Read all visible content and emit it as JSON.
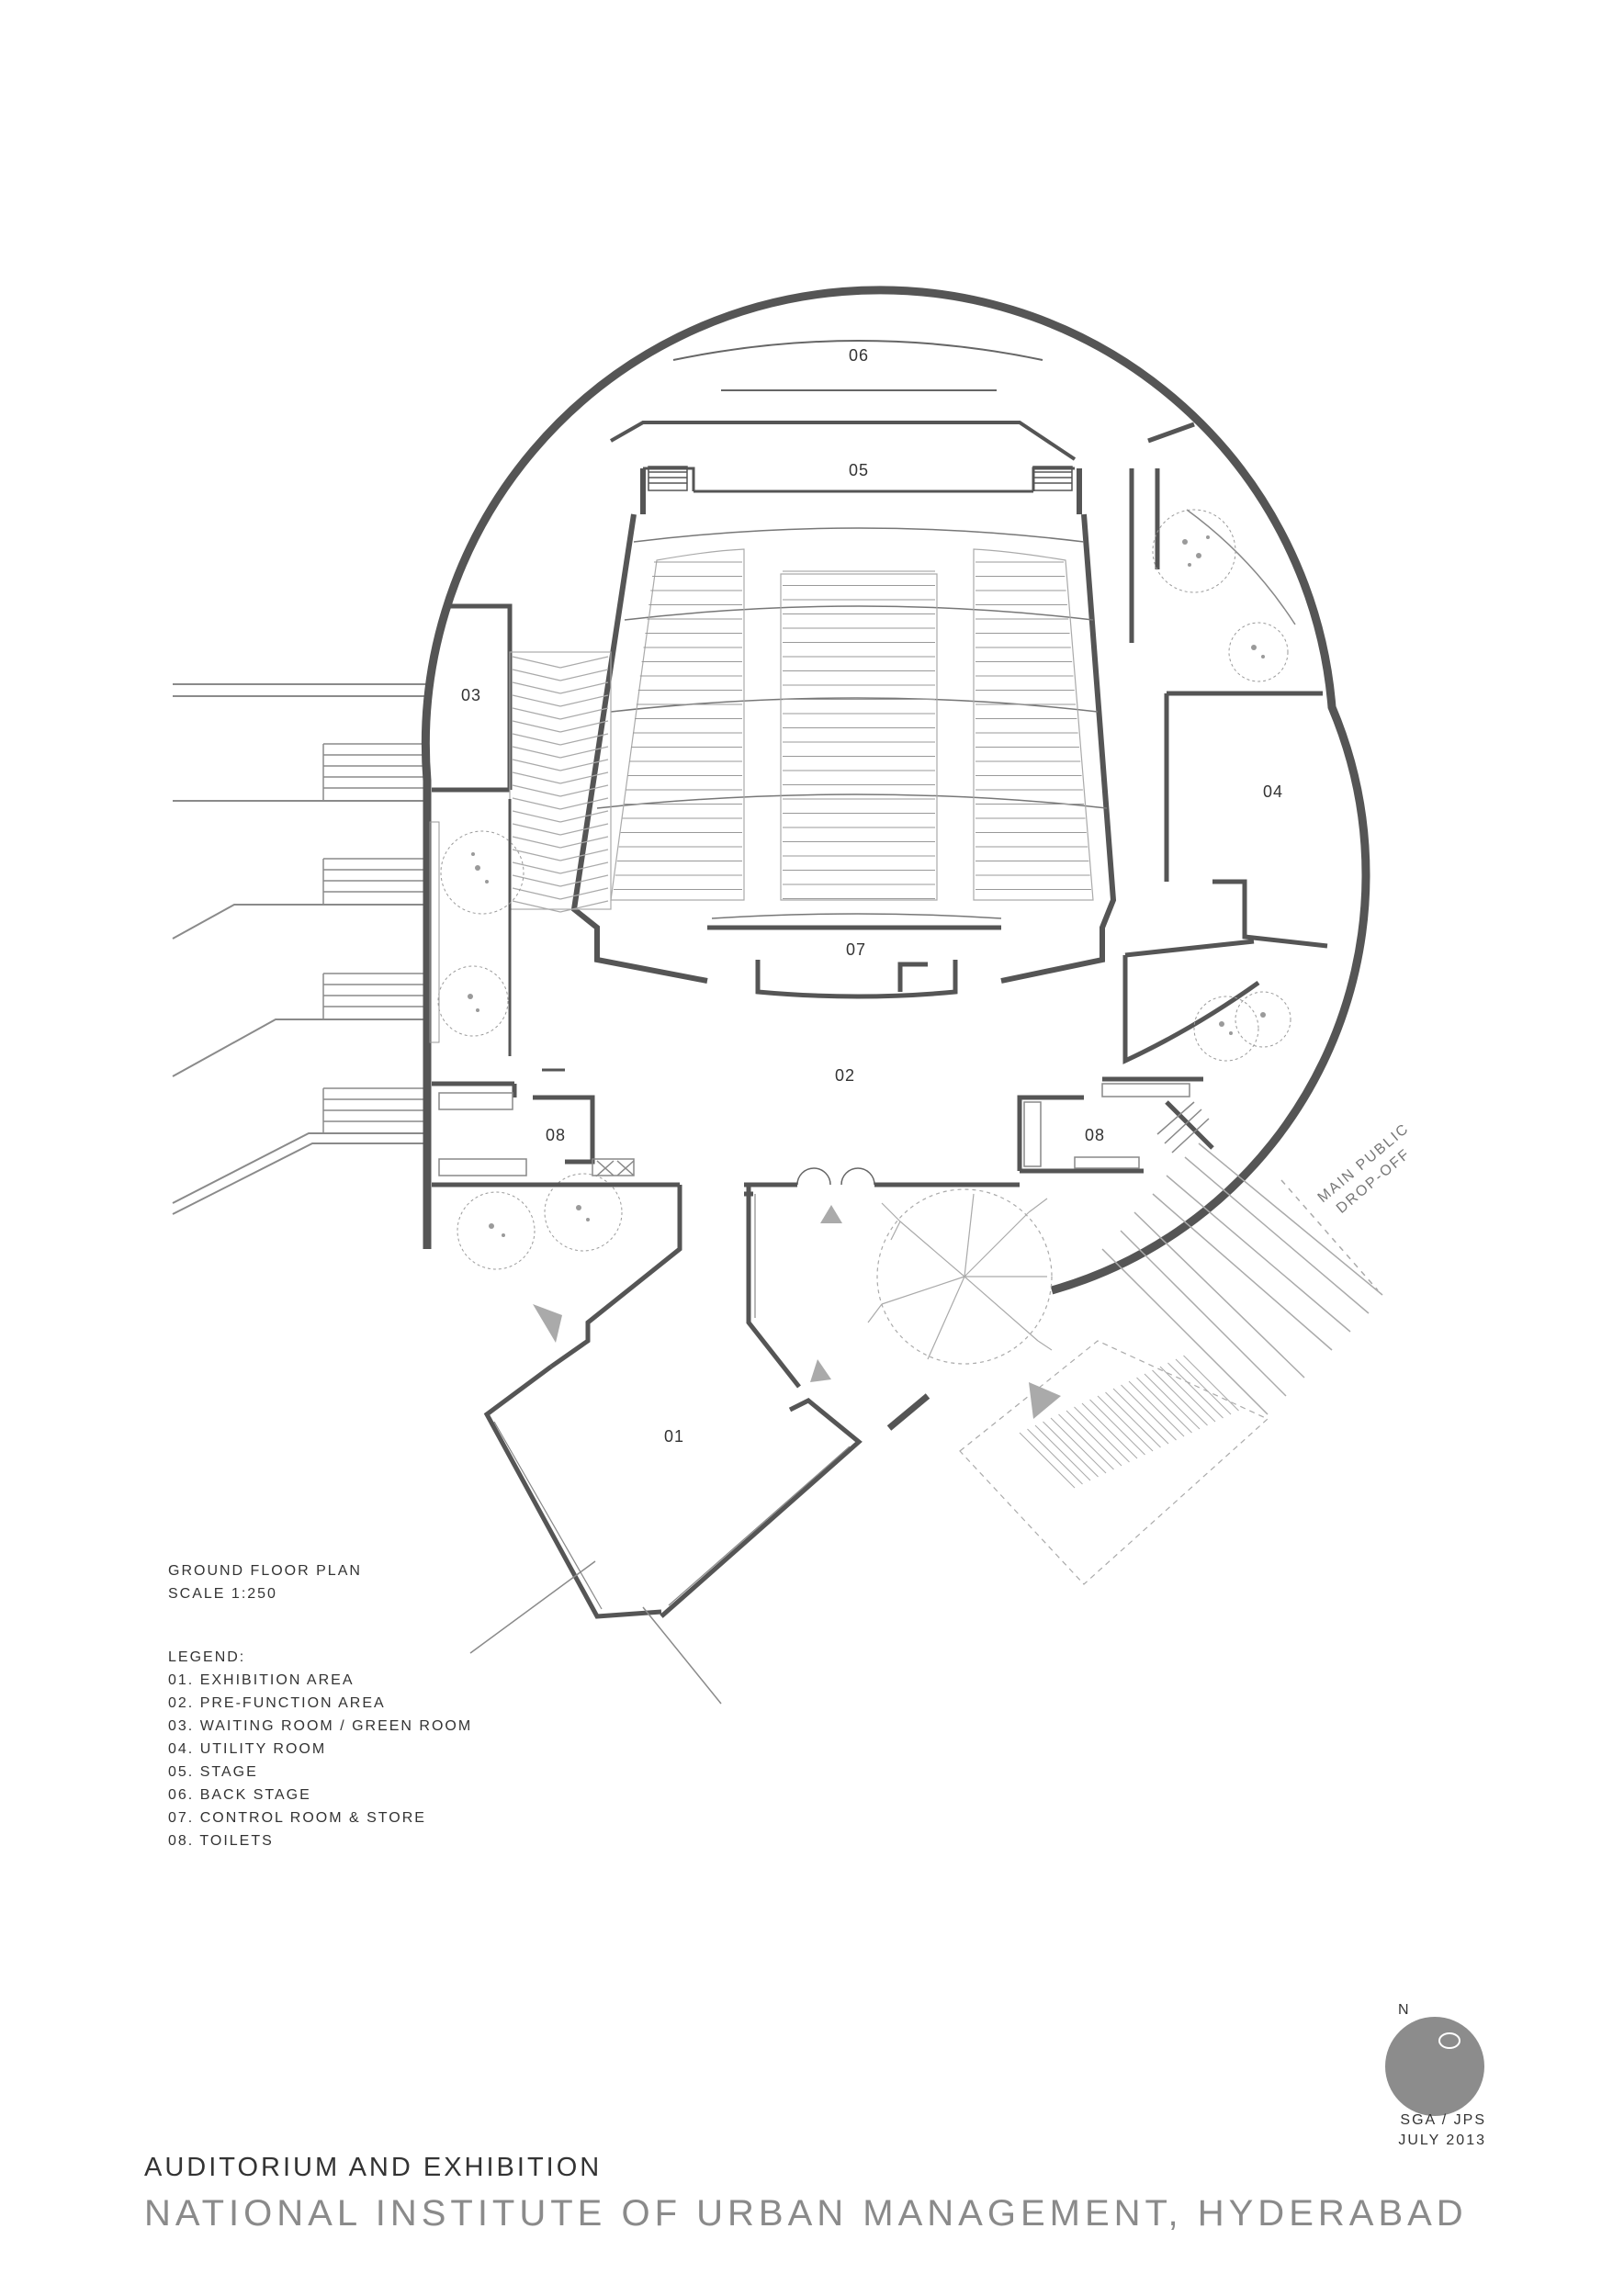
{
  "drawing": {
    "room_labels": {
      "r01": "01",
      "r02": "02",
      "r03": "03",
      "r04": "04",
      "r05": "05",
      "r06": "06",
      "r07": "07",
      "r08a": "08",
      "r08b": "08"
    },
    "drop_off_label": [
      "MAIN PUBLIC",
      "DROP-OFF"
    ],
    "north_label": "N",
    "colors": {
      "wall": "#555555",
      "line": "#777777",
      "light": "#b0b0b0",
      "arrow": "#aaaaaa",
      "north_disc": "#8c8c8c"
    }
  },
  "plan_caption": {
    "title": "GROUND FLOOR PLAN",
    "scale": "SCALE 1:250"
  },
  "legend": {
    "heading": "LEGEND:",
    "items": [
      "01. EXHIBITION AREA",
      "02. PRE-FUNCTION AREA",
      "03. WAITING ROOM / GREEN ROOM",
      "04. UTILITY ROOM",
      "05. STAGE",
      "06. BACK STAGE",
      "07. CONTROL ROOM & STORE",
      "08. TOILETS"
    ]
  },
  "credits": {
    "authors": "SGA / JPS",
    "date": "JULY 2013"
  },
  "title_block": {
    "project": "AUDITORIUM AND EXHIBITION",
    "institute": "NATIONAL INSTITUTE OF URBAN MANAGEMENT, HYDERABAD"
  }
}
